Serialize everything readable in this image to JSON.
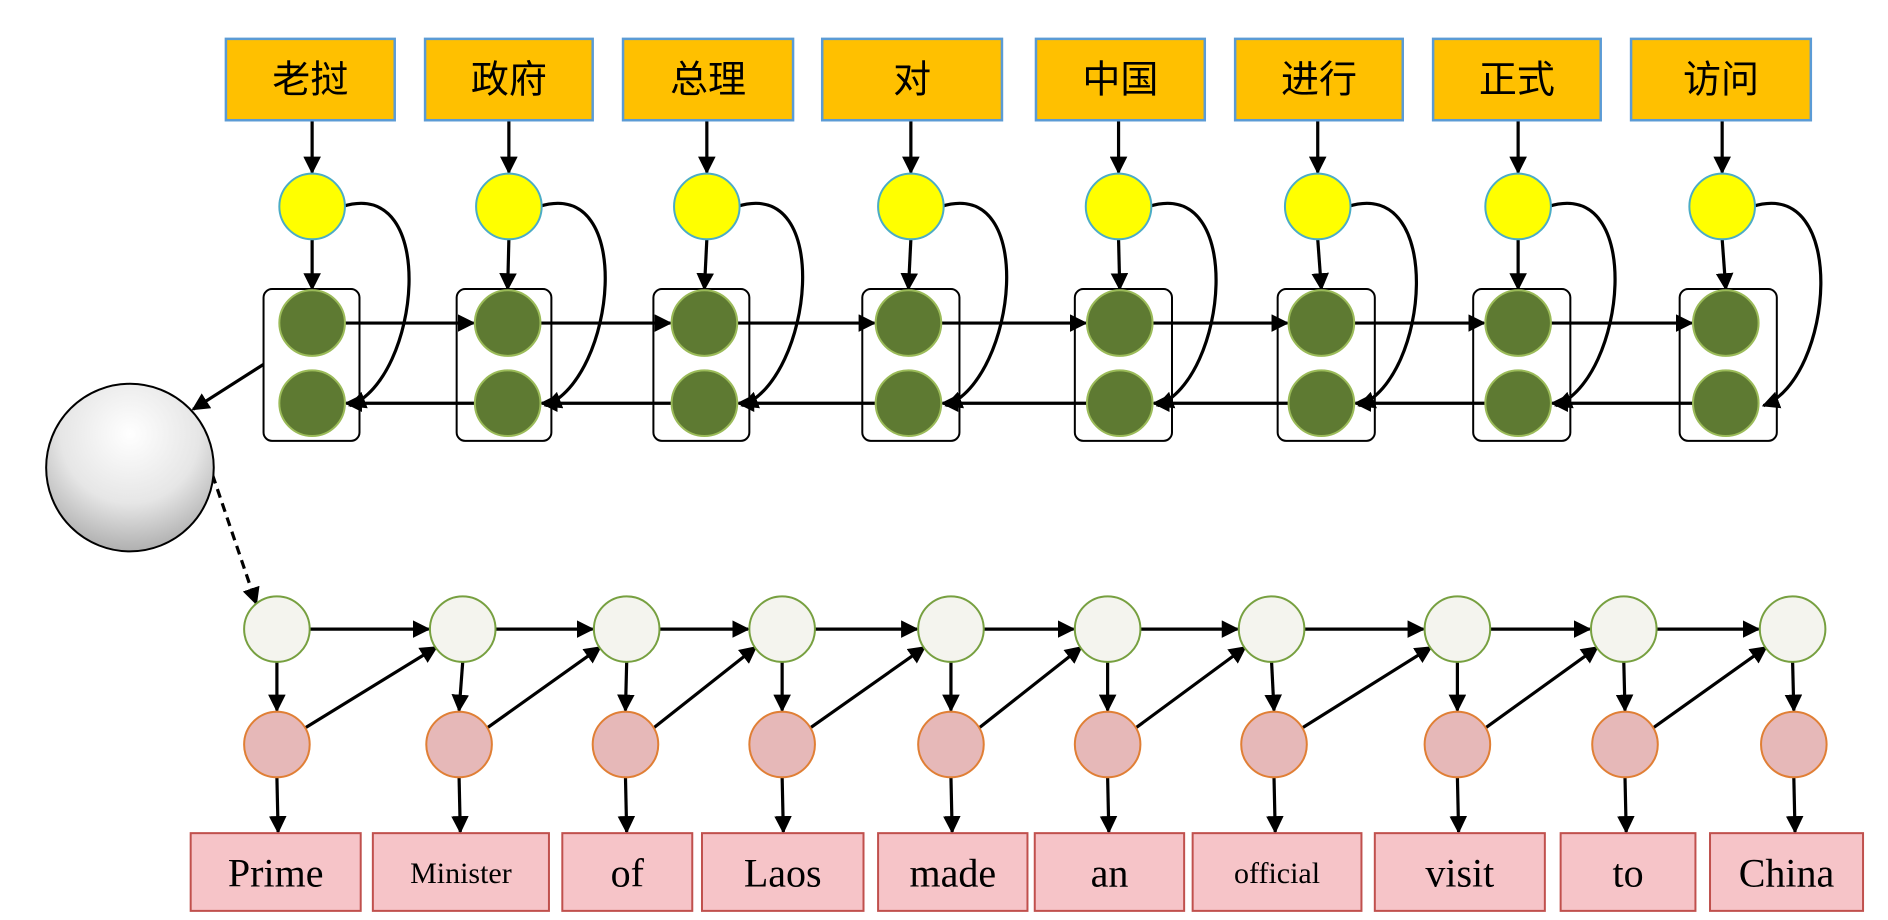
{
  "source_tokens": [
    "老挝",
    "政府",
    "总理",
    "对",
    "中国",
    "进行",
    "正式",
    "访问"
  ],
  "target_tokens": [
    "Prime",
    "Minister",
    "of",
    "Laos",
    "made",
    "an",
    "official",
    "visit",
    "to",
    "China"
  ],
  "colors": {
    "source_box": "#FFC000",
    "source_box_border": "#5B9BD5",
    "embedding_node": "#FFFF00",
    "encoder_hidden_node": "#5E7A32",
    "context_vector": "#D9D9D9",
    "decoder_state_node": "#F4F4EE",
    "decoder_output_node": "#E6B8B8",
    "target_box": "#F6C4C8",
    "target_box_border": "#C0504D"
  }
}
